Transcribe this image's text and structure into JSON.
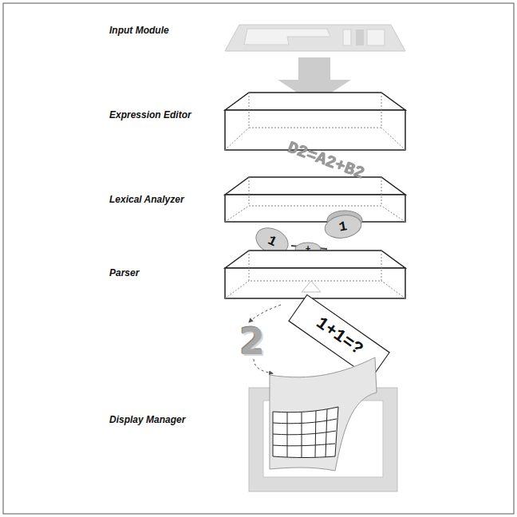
{
  "diagram": {
    "labels": [
      "Input Module",
      "Expression Editor",
      "D2=A2+B2",
      "Lexical Analyzer",
      "1",
      "+",
      "1",
      "Parser",
      "1+1=?",
      "2",
      "Display Manager"
    ]
  }
}
